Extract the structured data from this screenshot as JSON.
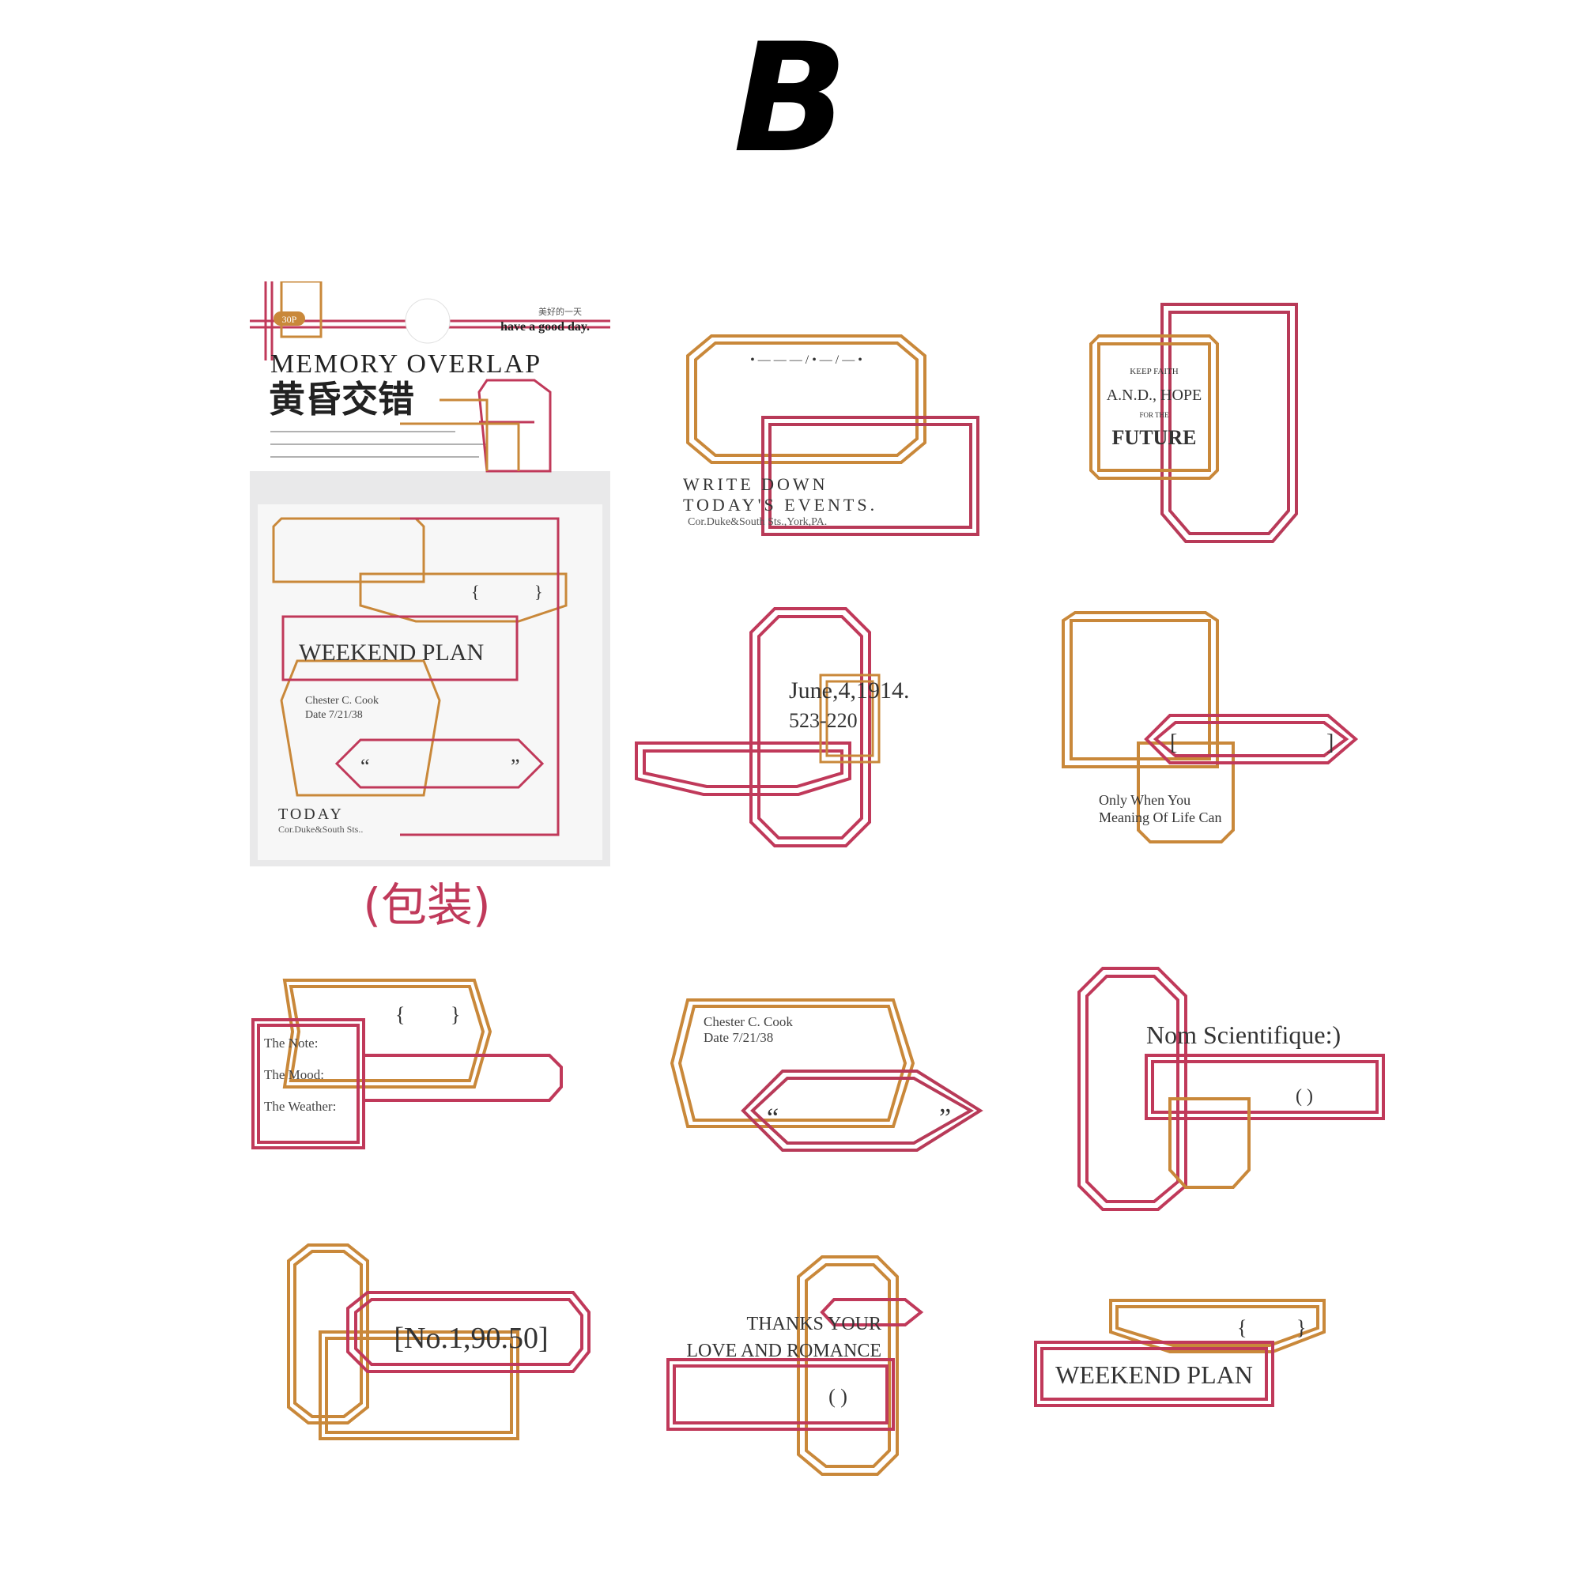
{
  "page": {
    "title_letter": "B",
    "package_caption": "(包装)"
  },
  "package": {
    "count_badge": "30P",
    "brand_small": "美好的一天",
    "brand": "have a good day.",
    "title_en": "MEMORY OVERLAP",
    "title_cn": "黄昏交错",
    "sticker_labels": {
      "weekend": "WEEKEND PLAN",
      "chester_name": "Chester C. Cook",
      "chester_date": "Date  7/21/38",
      "today": "TODAY",
      "address": "Cor.Duke&South Sts..",
      "open_quote": "“",
      "close_quote": "”",
      "brace_left": "{",
      "brace_right": "}"
    }
  },
  "colors": {
    "orange": "#c9883a",
    "crimson": "#b83a58",
    "pink_text": "#c0395a"
  },
  "stickers": {
    "s1": {
      "line1": "WRITE DOWN",
      "line2": "TODAY'S EVENTS.",
      "line3": "Cor.Duke&South Sts.,York,PA.",
      "dots": "• — — — / • — / — •"
    },
    "s2": {
      "line1": "KEEP FAITH",
      "line2": "A.N.D., HOPE",
      "line3": "FOR THE",
      "line4": "FUTURE"
    },
    "s3": {
      "line1": "June,4,1914.",
      "line2": "523-220"
    },
    "s4": {
      "bracket_l": "[",
      "bracket_r": "]",
      "line1": "Only When You",
      "line2": "Meaning Of Life Can"
    },
    "s5": {
      "line1": "The Note:",
      "line2": "The Mood:",
      "line3": "The Weather:",
      "brace_l": "{",
      "brace_r": "}"
    },
    "s6": {
      "line1": "Chester C. Cook",
      "line2": "Date  7/21/38",
      "open_quote": "“",
      "close_quote": "”"
    },
    "s7": {
      "line1": "Nom Scientifique:)",
      "paren": "(        )"
    },
    "s8": {
      "line1": "[No.1,90.50]"
    },
    "s9": {
      "line1": "THANKS YOUR",
      "line2": "LOVE AND ROMANCE",
      "paren": "(        )"
    },
    "s10": {
      "line1": "WEEKEND PLAN",
      "brace_l": "{",
      "brace_r": "}"
    }
  }
}
